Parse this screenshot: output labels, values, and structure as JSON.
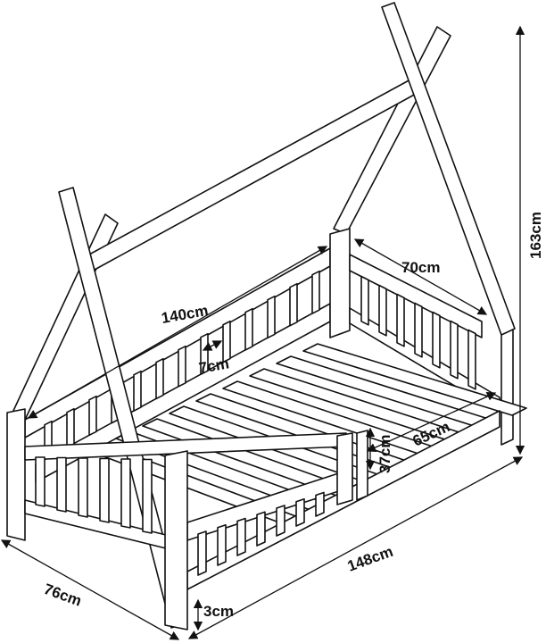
{
  "dimensions": {
    "height": "163cm",
    "head_width": "70cm",
    "length": "140cm",
    "slat_gap": "7cm",
    "mattress_width": "65cm",
    "rail_height": "37cm",
    "total_length": "148cm",
    "total_width": "76cm",
    "floor_clearance": "3cm"
  },
  "colors": {
    "line": "#111111",
    "background": "#ffffff"
  }
}
